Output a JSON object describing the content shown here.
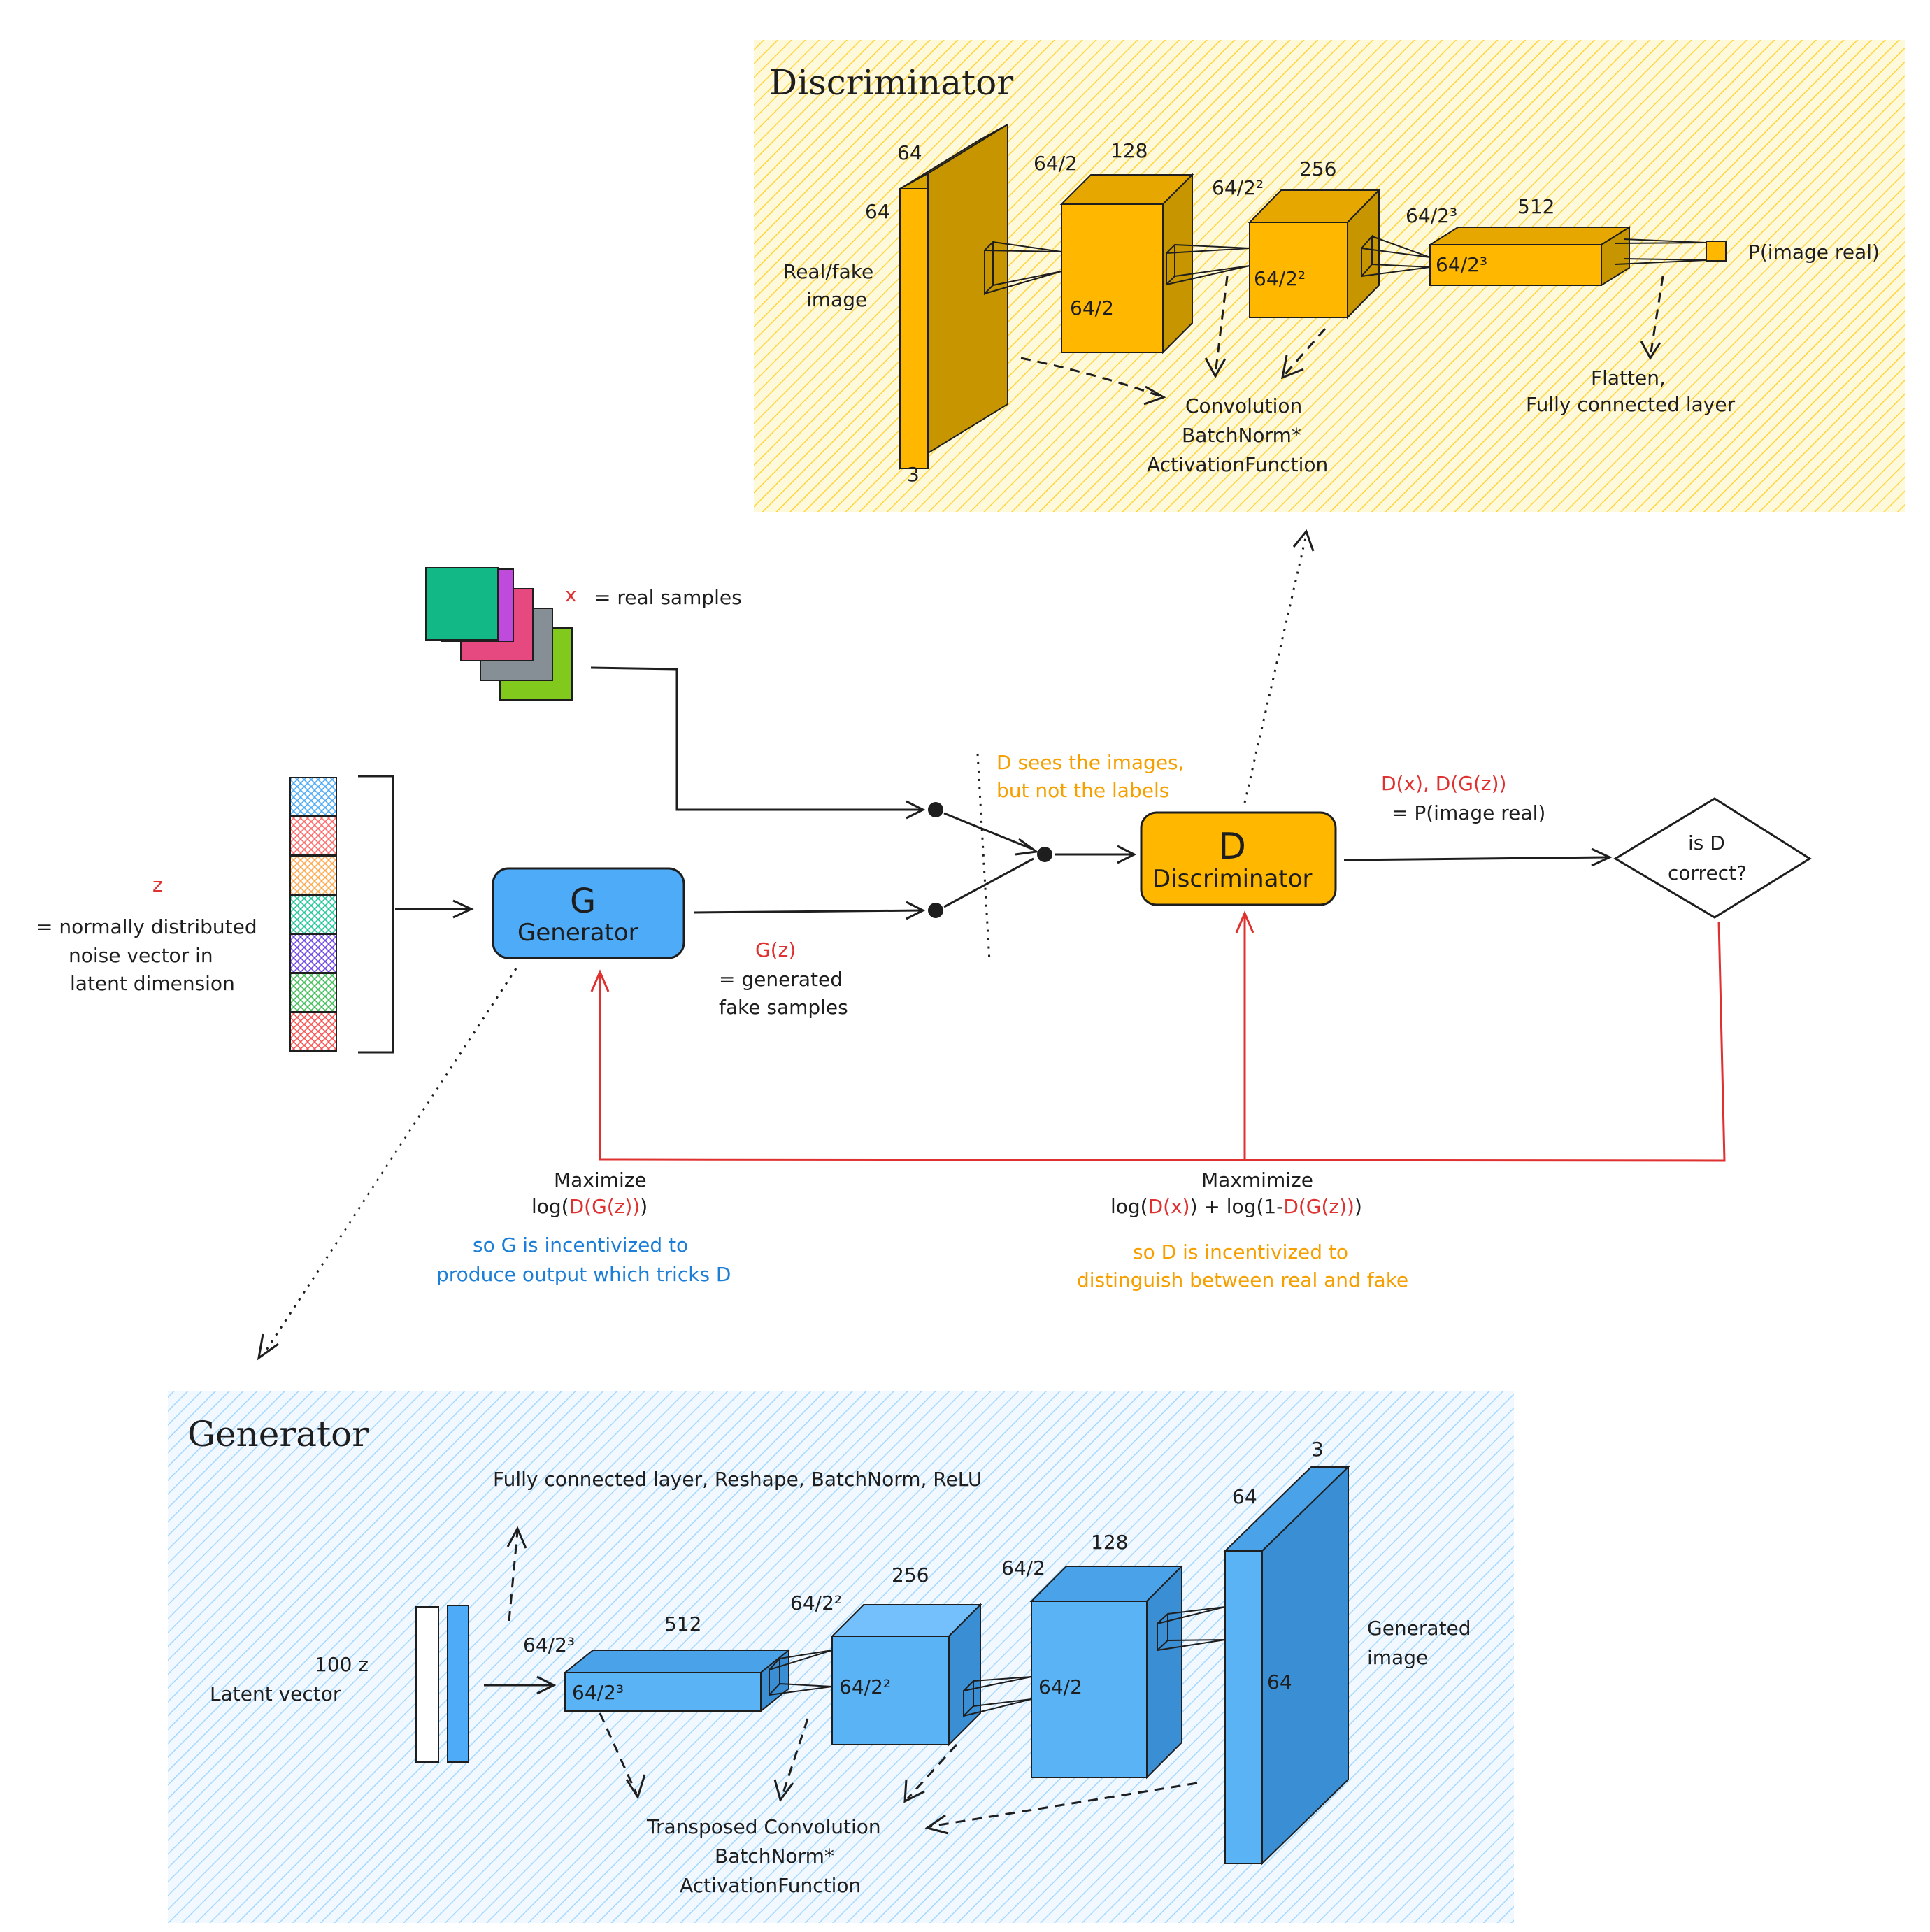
{
  "colors": {
    "discriminator_panel": "#ffec99",
    "generator_panel": "#a5d8ff",
    "orange_block": "#ffb700",
    "blue_block": "#5ab3f5",
    "red": "#e03131",
    "blue_text": "#1c7ed6",
    "orange_text": "#f59f00"
  },
  "discriminator_panel": {
    "title": "Discriminator",
    "input_label_1": "Real/fake",
    "input_label_2": "image",
    "l1_h": "64",
    "l1_w": "64",
    "l1_d": "3",
    "l2_h": "64/2",
    "l2_d": "128",
    "l2_face": "64/2",
    "l3_h": "64/2²",
    "l3_d": "256",
    "l3_face": "64/2²",
    "l4_h": "64/2³",
    "l4_d": "512",
    "l4_face": "64/2³",
    "output_label": "P(image real)",
    "conv_label_1": "Convolution",
    "conv_label_2": "BatchNorm*",
    "conv_label_3": "ActivationFunction",
    "fc_label_1": "Flatten,",
    "fc_label_2": "Fully connected layer"
  },
  "main_flow": {
    "real_x": "x",
    "real_samples": "= real samples",
    "z": "z",
    "z_desc_1": "= normally distributed",
    "z_desc_2": "noise vector in",
    "z_desc_3": "latent dimension",
    "gen_symbol": "G",
    "gen_label": "Generator",
    "gz": "G(z)",
    "gz_desc_1": "= generated",
    "gz_desc_2": "fake samples",
    "sees_1": "D sees the images,",
    "sees_2": "but not the labels",
    "disc_symbol": "D",
    "disc_label": "Discriminator",
    "dout": "D(x), D(G(z))",
    "dout_desc": "= P(image real)",
    "decision_1": "is D",
    "decision_2": "correct?",
    "g_obj_title": "Maximize",
    "g_obj_a": "log(",
    "g_obj_b": "D(G(z))",
    "g_obj_c": ")",
    "g_note_1": "so G is incentivized to",
    "g_note_2": "produce output which tricks D",
    "d_obj_title": "Maxmimize",
    "d_obj_a": "log(",
    "d_obj_b": "D(x)",
    "d_obj_c": ") + log(1-",
    "d_obj_d": "D(G(z))",
    "d_obj_e": ")",
    "d_note_1": "so D is incentivized to",
    "d_note_2": "distinguish between real and fake"
  },
  "generator_panel": {
    "title": "Generator",
    "fc_label": "Fully connected layer, Reshape, BatchNorm, ReLU",
    "latent_1": "100 z",
    "latent_2": "Latent vector",
    "b1_h": "64/2³",
    "b1_d": "512",
    "b1_face": "64/2³",
    "b2_h": "64/2²",
    "b2_d": "256",
    "b2_face": "64/2²",
    "b3_h": "64/2",
    "b3_d": "128",
    "b3_face": "64/2",
    "b4_h": "64",
    "b4_d": "3",
    "b4_face": "64",
    "output_1": "Generated",
    "output_2": "image",
    "tconv_1": "Transposed Convolution",
    "tconv_2": "BatchNorm*",
    "tconv_3": "ActivationFunction"
  }
}
